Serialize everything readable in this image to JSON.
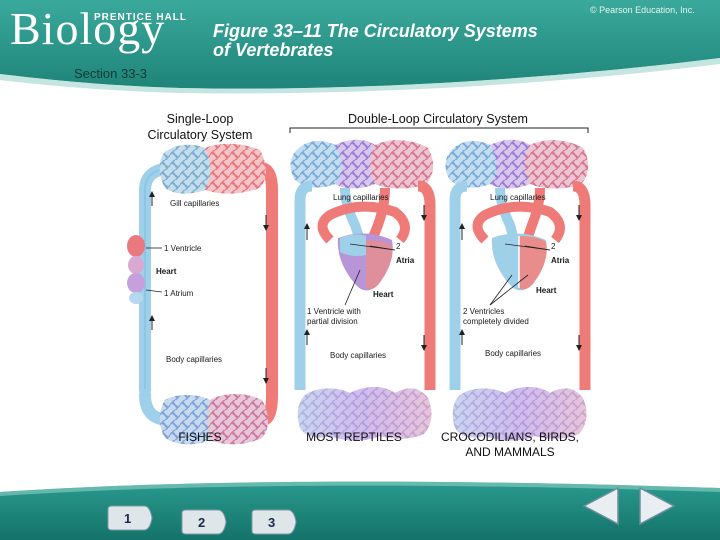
{
  "header": {
    "logo_small": "PRENTICE HALL",
    "logo_big": "Biology",
    "copyright": "© Pearson Education, Inc.",
    "title_line1": "Figure 33–11 The Circulatory Systems",
    "title_line2": "of Vertebrates",
    "section": "Section 33-3"
  },
  "panels": {
    "single": {
      "heading_line1": "Single-Loop",
      "heading_line2": "Circulatory System",
      "caption": "FISHES",
      "labels": {
        "gill": "Gill capillaries",
        "ventricle": "1 Ventricle",
        "heart": "Heart",
        "atrium": "1 Atrium",
        "body": "Body capillaries"
      }
    },
    "double": {
      "heading": "Double-Loop Circulatory System",
      "reptiles": {
        "caption": "MOST REPTILES",
        "labels": {
          "lung": "Lung capillaries",
          "num": "2",
          "atria": "Atria",
          "heart": "Heart",
          "vent1": "1 Ventricle with",
          "vent2": "partial division",
          "body": "Body capillaries"
        }
      },
      "mammals": {
        "caption_line1": "CROCODILIANS, BIRDS,",
        "caption_line2": "AND MAMMALS",
        "labels": {
          "lung": "Lung capillaries",
          "num": "2",
          "atria": "Atria",
          "heart": "Heart",
          "vent1": "2 Ventricles",
          "vent2": "completely divided",
          "body": "Body capillaries"
        }
      }
    }
  },
  "nav": {
    "tab1": "1",
    "tab2": "2",
    "tab3": "3",
    "back_icon": "back-arrow-icon",
    "forward_icon": "forward-arrow-icon"
  },
  "colors": {
    "teal": "#2f9c91",
    "teal_dark": "#16726a",
    "oxygen_poor": "#8fc6e3",
    "oxygen_rich": "#e8625f",
    "mixed": "#a882c9"
  }
}
